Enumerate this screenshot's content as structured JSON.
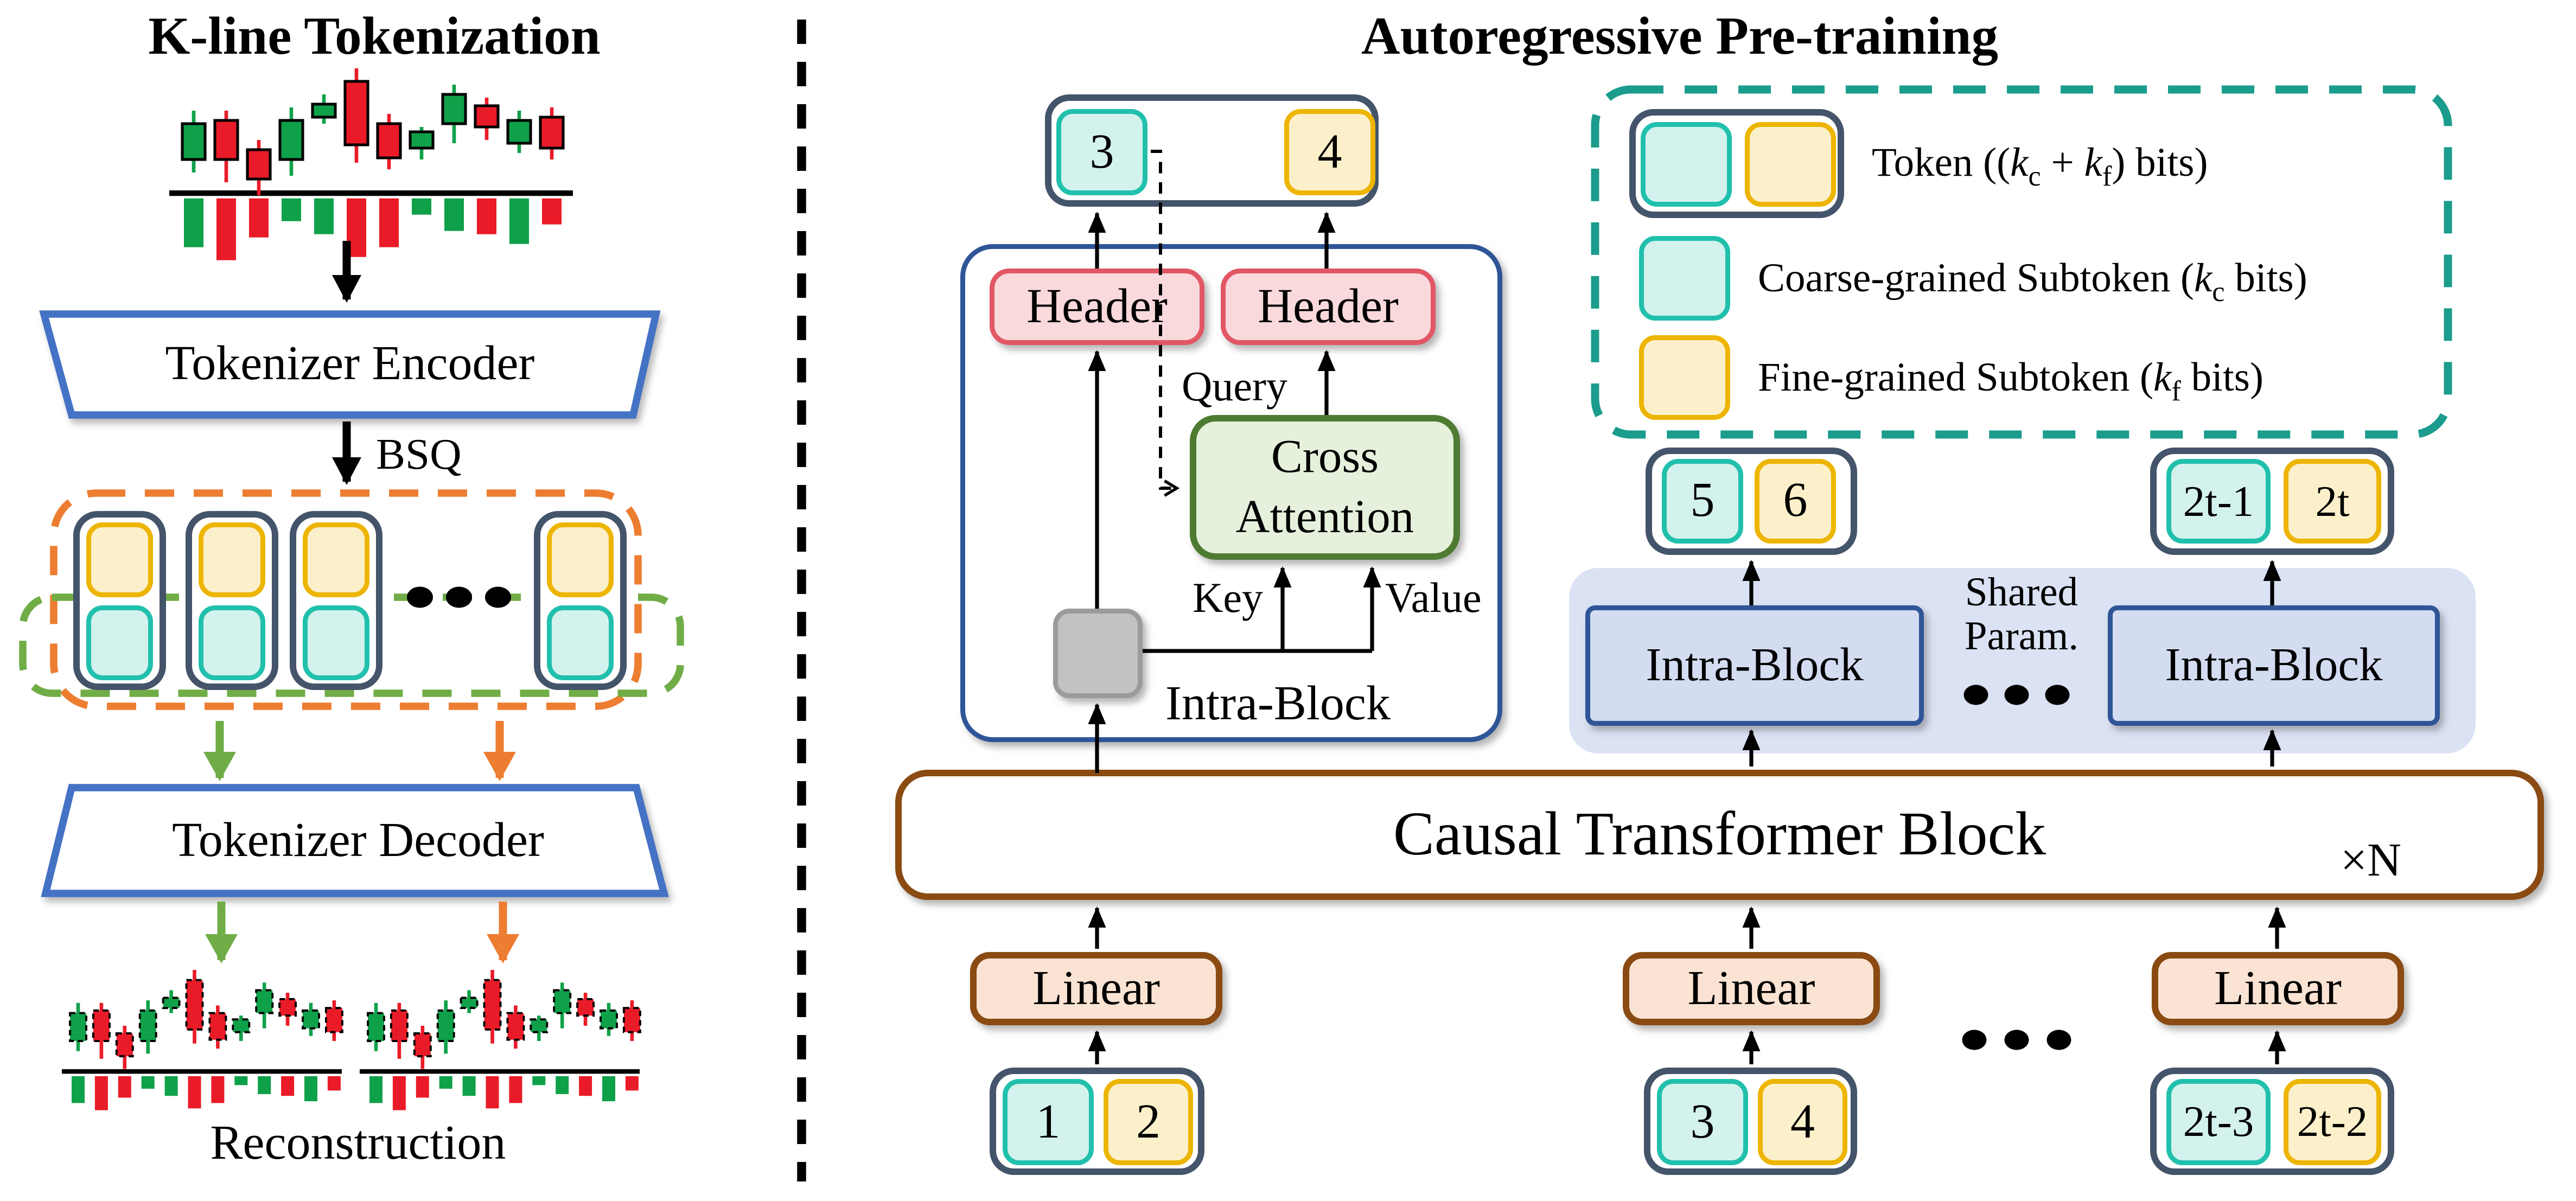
{
  "left_panel": {
    "title": "K-line Tokenization",
    "encoder_label": "Tokenizer Encoder",
    "bsq_label": "BSQ",
    "decoder_label": "Tokenizer Decoder",
    "reconstruction_label": "Reconstruction"
  },
  "right_panel": {
    "title": "Autoregressive Pre-training",
    "output_token": {
      "coarse": "3",
      "fine": "4"
    },
    "header_label": "Header",
    "query_label": "Query",
    "key_label": "Key",
    "value_label": "Value",
    "cross_attention_line1": "Cross",
    "cross_attention_line2": "Attention",
    "intra_block_label": "Intra-Block",
    "shared_param_line1": "Shared",
    "shared_param_line2": "Param.",
    "mid_tokens": [
      {
        "coarse": "5",
        "fine": "6"
      },
      {
        "coarse": "2t-1",
        "fine": "2t"
      }
    ],
    "ctb_label": "Causal Transformer Block",
    "xn_label": "×N",
    "linear_label": "Linear",
    "input_tokens": [
      {
        "coarse": "1",
        "fine": "2"
      },
      {
        "coarse": "3",
        "fine": "4"
      },
      {
        "coarse": "2t-3",
        "fine": "2t-2"
      }
    ]
  },
  "legend": {
    "items": [
      {
        "swatch": "token",
        "label": "Token ((k_c + k_f) bits)"
      },
      {
        "swatch": "coarse",
        "label": "Coarse-grained Subtoken (k_c bits)"
      },
      {
        "swatch": "fine",
        "label": "Fine-grained Subtoken (k_f bits)"
      }
    ]
  },
  "colors": {
    "navy_token_border": "#44546A",
    "teal_sub_border": "#21C0AD",
    "teal_sub_fill": "#D4F2ED",
    "yellow_sub_border": "#EDB500",
    "yellow_sub_fill": "#FCF0CB",
    "pink_header_fill": "#F9D9DC",
    "pink_header_border": "#E25765",
    "cross_attention_fill": "#E5F1DC",
    "cross_attention_border": "#4E7B32",
    "gray_box": "#C2C2C2",
    "blue_trapezoid_border": "#4472C4",
    "blue_container_border": "#2F5597",
    "brown_border": "#8A4A12",
    "linear_fill": "#FBE3D3",
    "lavender_bg": "#DBE2F4",
    "intra_block_fill": "#D3DCF1",
    "orange_accent": "#ED7D31",
    "green_accent": "#70AD47",
    "legend_teal": "#1B9C8C",
    "candle_green": "#0FA149",
    "candle_red": "#EA1B28"
  },
  "candles": {
    "main": [
      [
        "g",
        34,
        56,
        26,
        64,
        30
      ],
      [
        "r",
        32,
        56,
        26,
        70,
        38
      ],
      [
        "r",
        50,
        68,
        44,
        78,
        24
      ],
      [
        "g",
        32,
        56,
        24,
        66,
        14
      ],
      [
        "g",
        22,
        30,
        16,
        34,
        22
      ],
      [
        "r",
        8,
        47,
        0,
        58,
        36
      ],
      [
        "r",
        34,
        55,
        28,
        62,
        30
      ],
      [
        "g",
        39,
        49,
        36,
        56,
        10
      ],
      [
        "g",
        16,
        34,
        10,
        46,
        20
      ],
      [
        "r",
        23,
        36,
        18,
        44,
        22
      ],
      [
        "g",
        32,
        46,
        26,
        52,
        28
      ],
      [
        "r",
        30,
        49,
        24,
        56,
        16
      ]
    ]
  }
}
